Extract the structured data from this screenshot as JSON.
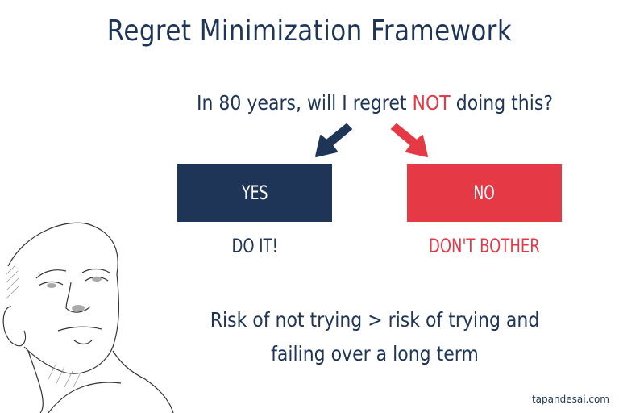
{
  "title": "Regret Minimization Framework",
  "question": {
    "before": "In 80 years, will I regret ",
    "highlight": "NOT",
    "after": " doing this?"
  },
  "options": [
    {
      "label": "YES",
      "outcome": "DO IT!",
      "color": "#1f3558",
      "arrow": "arrow-down-left"
    },
    {
      "label": "NO",
      "outcome": "DON'T BOTHER",
      "color": "#e63946",
      "arrow": "arrow-down-right"
    }
  ],
  "conclusion": {
    "line1": "Risk of not trying > risk of trying and",
    "line2": "failing over a long term"
  },
  "credit": "tapandesai.com",
  "illustration": "sketch-portrait-bald-man",
  "colors": {
    "navy": "#1f3558",
    "red": "#e63946",
    "background": "#ffffff"
  }
}
